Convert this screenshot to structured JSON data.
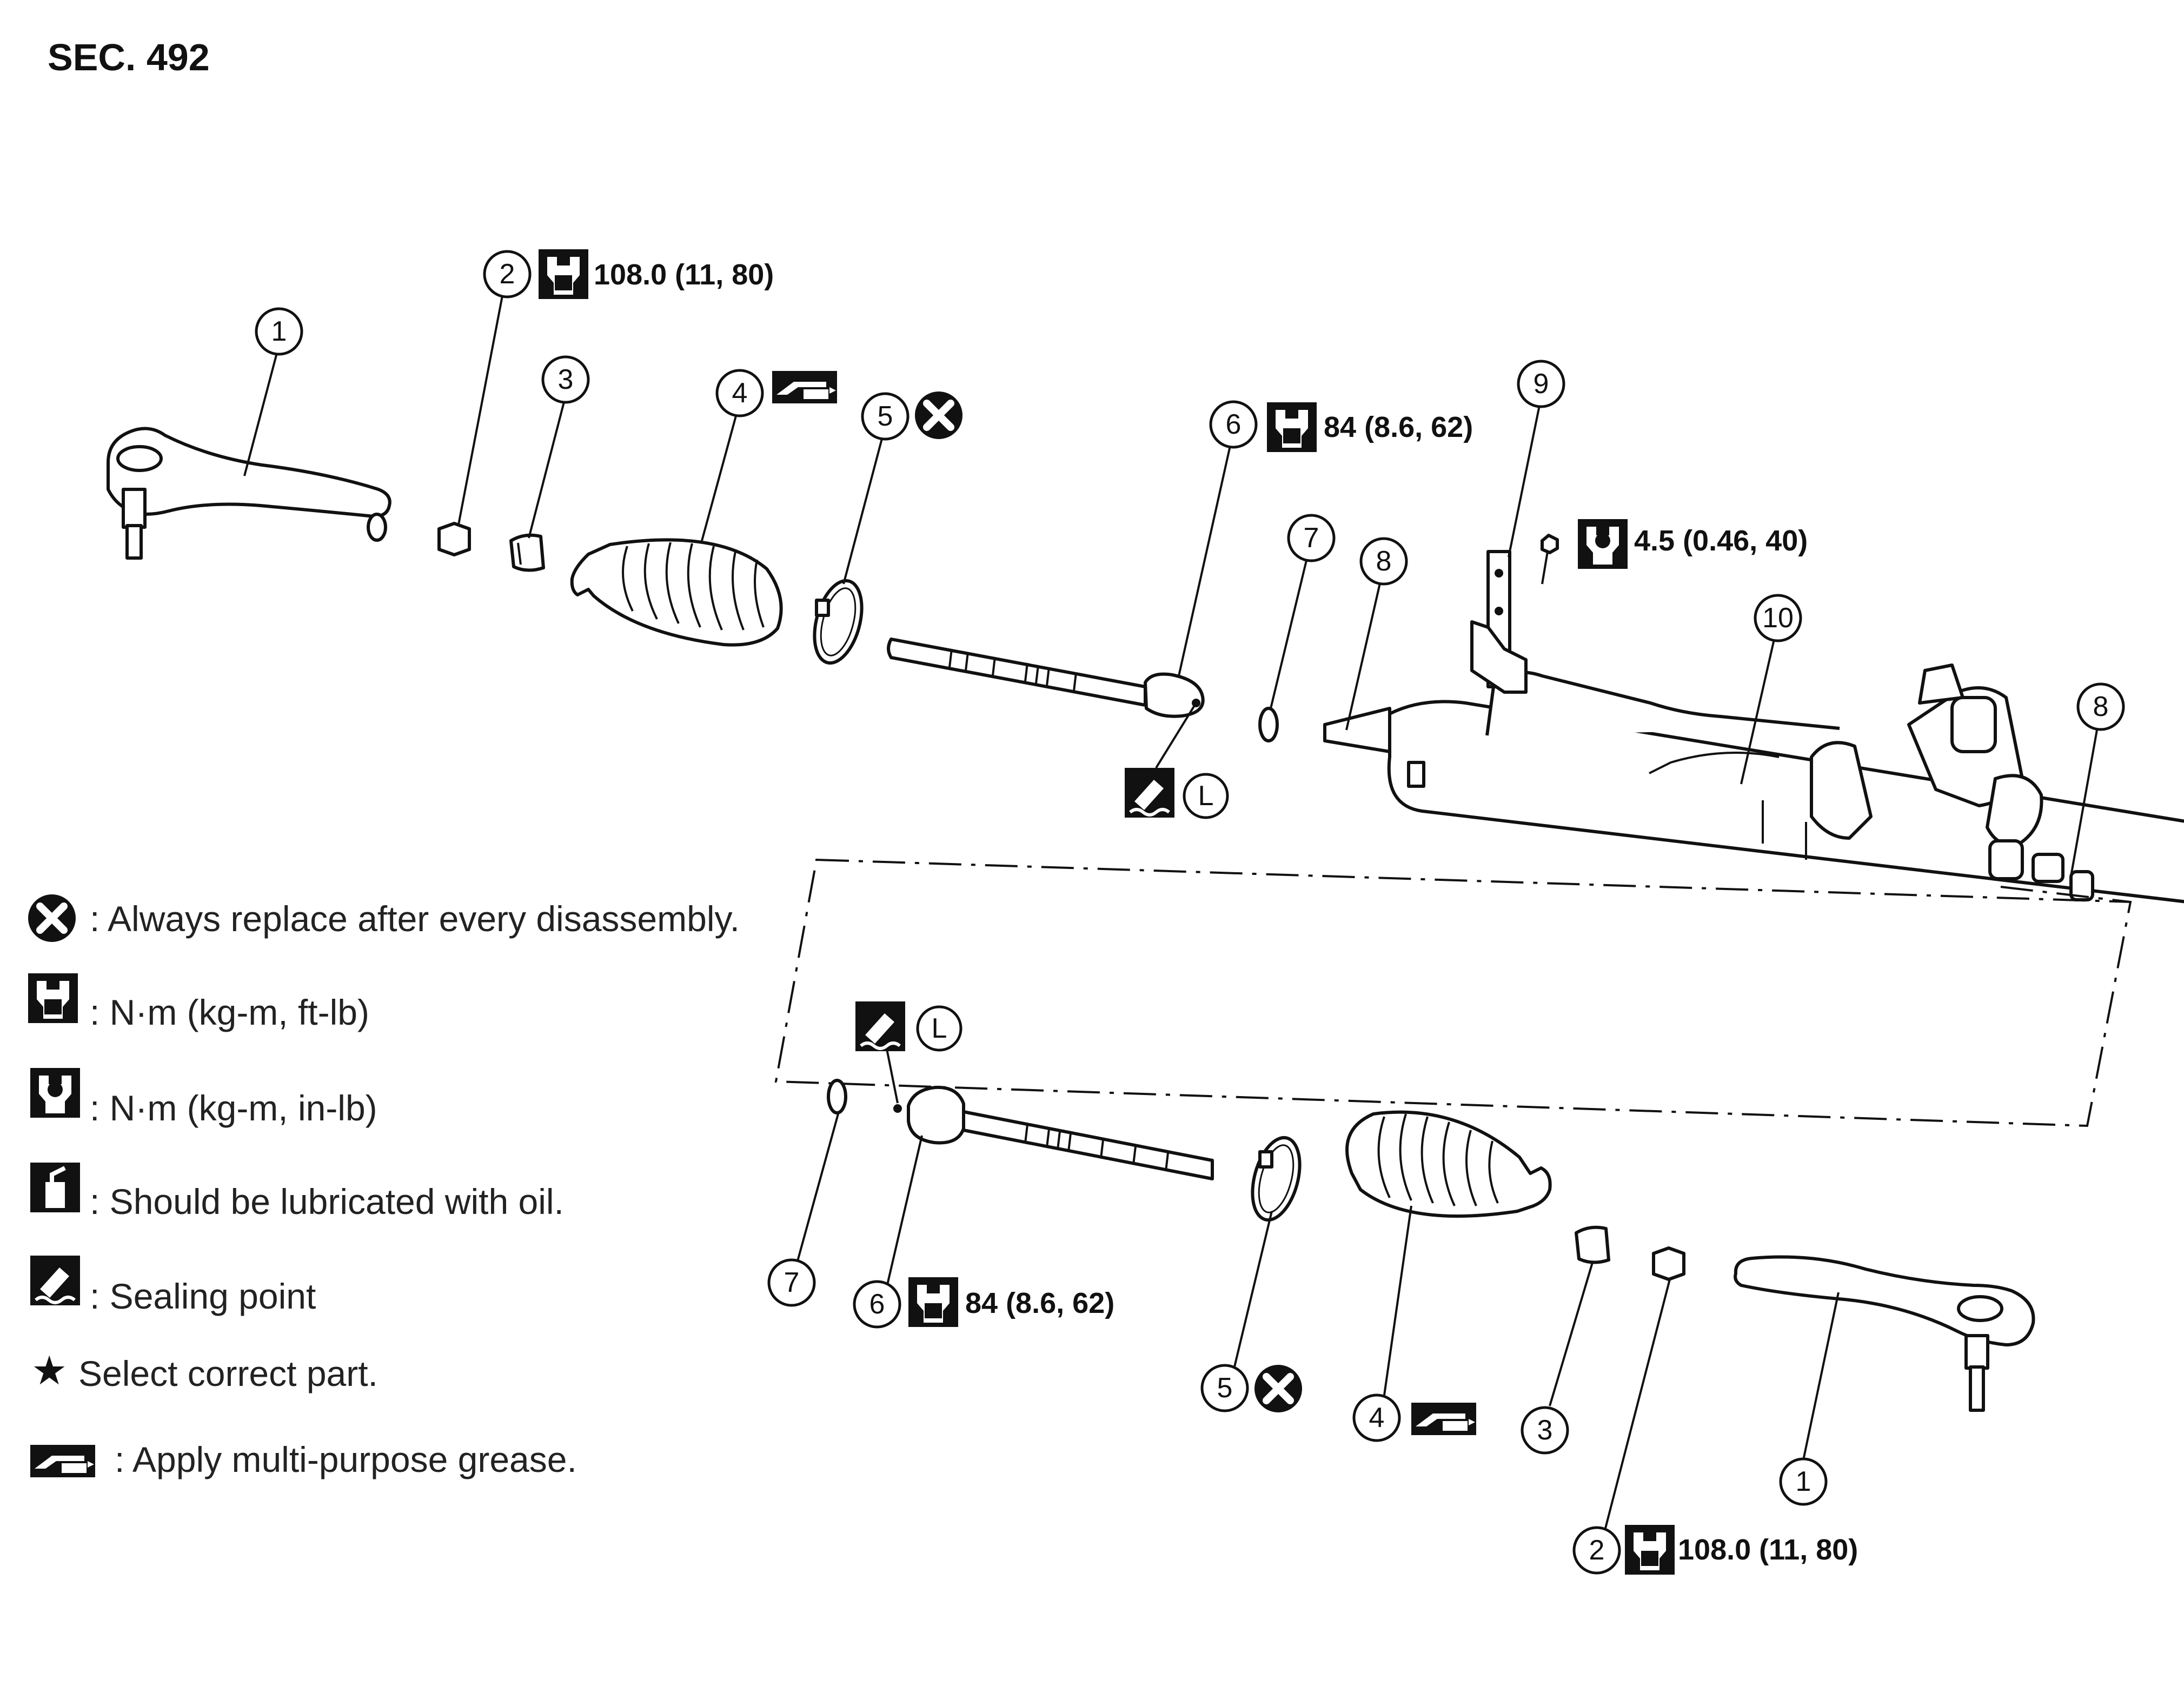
{
  "section": {
    "title": "SEC. 492"
  },
  "callouts": {
    "c1_top": "1",
    "c2_top": "2",
    "c3_top": "3",
    "c4_top": "4",
    "c5_top": "5",
    "c6_top": "6",
    "c7_top": "7",
    "c8_top": "8",
    "c9": "9",
    "c10": "10",
    "c8_right": "8",
    "c7_bot": "7",
    "c6_bot": "6",
    "c5_bot": "5",
    "c4_bot": "4",
    "c3_bot": "3",
    "c2_bot": "2",
    "c1_bot": "1"
  },
  "torque_specs": {
    "outer_socket_nut_top": "108.0 (11, 80)",
    "inner_socket_top": "84 (8.6, 62)",
    "bracket_bolt": "4.5 (0.46, 40)",
    "inner_socket_bottom": "84 (8.6, 62)",
    "outer_socket_nut_bottom": "108.0 (11, 80)"
  },
  "sealant_letter": {
    "top": "L",
    "bottom": "L"
  },
  "legend": [
    {
      "icon": "replace-icon",
      "text": ": Always replace after every disassembly."
    },
    {
      "icon": "torque-ftlb-icon",
      "text": ": N·m (kg-m, ft-lb)"
    },
    {
      "icon": "torque-inlb-icon",
      "text": ": N·m (kg-m, in-lb)"
    },
    {
      "icon": "oil-icon",
      "text": ": Should be lubricated with oil."
    },
    {
      "icon": "sealing-icon",
      "text": ": Sealing point"
    },
    {
      "icon": "star-icon",
      "text": "Select correct part."
    },
    {
      "icon": "grease-icon",
      "text": ": Apply multi-purpose grease."
    }
  ]
}
